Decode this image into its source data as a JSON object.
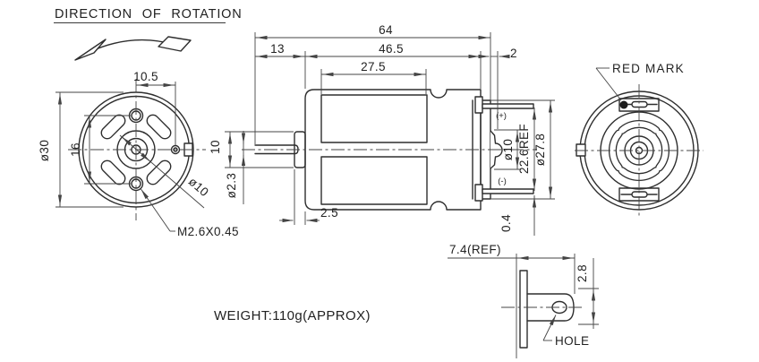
{
  "title": "DIRECTION OF ROTATION",
  "weight_note": "WEIGHT:110g(APPROX)",
  "colors": {
    "line": "#2e2e2e",
    "dim_line": "#444444",
    "background": "#ffffff",
    "red_mark": "#1c1c1c"
  },
  "front_view": {
    "outer_diameter": "ø30",
    "mount_hole_spacing": "16",
    "hole_offset": "10.5",
    "boss_diameter": "ø10",
    "thread_spec": "M2.6X0.45"
  },
  "side_view": {
    "total_length": "64",
    "shaft_length": "13",
    "body_length": "46.5",
    "rear_length": "2",
    "magnet_length": "27.5",
    "boss_height": "10",
    "shaft_diameter": "ø2.3",
    "boss_setback": "2.5",
    "positive_terminal": "(+)",
    "negative_terminal": "(-)",
    "brush_cap_diameter": "ø10",
    "terminal_spacing": "22.6REF",
    "endcap_diameter": "ø27.8",
    "terminal_thickness": "0.4"
  },
  "rear_view": {
    "red_mark_label": "RED MARK"
  },
  "terminal_detail": {
    "tab_length": "7.4(REF)",
    "hole_offset": "2.8",
    "hole_label": "HOLE"
  }
}
